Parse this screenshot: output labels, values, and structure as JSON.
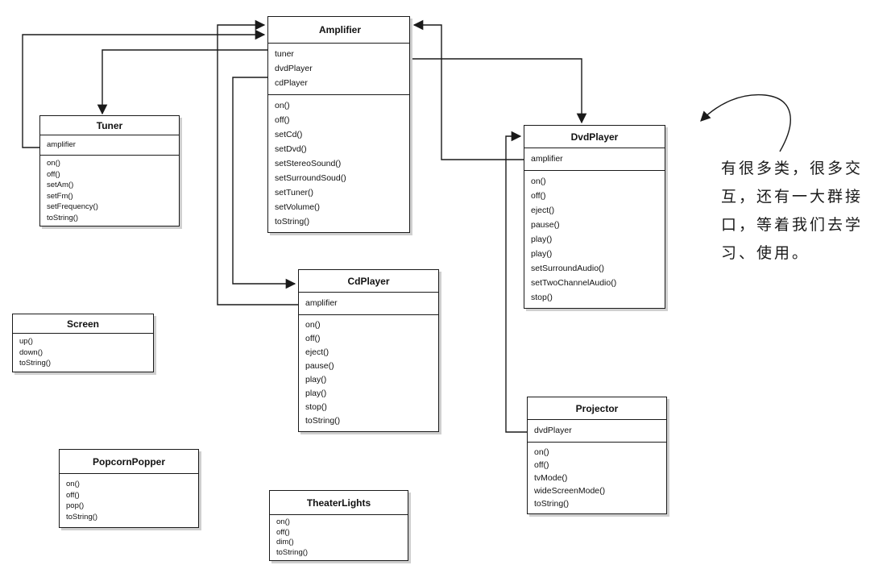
{
  "classes": {
    "amplifier": {
      "name": "Amplifier",
      "attributes": [
        "tuner",
        "dvdPlayer",
        "cdPlayer"
      ],
      "operations": [
        "on()",
        "off()",
        "setCd()",
        "setDvd()",
        "setStereoSound()",
        "setSurroundSoud()",
        "setTuner()",
        "setVolume()",
        "toString()"
      ]
    },
    "tuner": {
      "name": "Tuner",
      "attributes": [
        "amplifier"
      ],
      "operations": [
        "on()",
        "off()",
        "setAm()",
        "setFm()",
        "setFrequency()",
        "toString()"
      ]
    },
    "dvdPlayer": {
      "name": "DvdPlayer",
      "attributes": [
        "amplifier"
      ],
      "operations": [
        "on()",
        "off()",
        "eject()",
        "pause()",
        "play()",
        "play()",
        "setSurroundAudio()",
        "setTwoChannelAudio()",
        "stop()"
      ]
    },
    "cdPlayer": {
      "name": "CdPlayer",
      "attributes": [
        "amplifier"
      ],
      "operations": [
        "on()",
        "off()",
        "eject()",
        "pause()",
        "play()",
        "play()",
        "stop()",
        "toString()"
      ]
    },
    "screen": {
      "name": "Screen",
      "operations": [
        "up()",
        "down()",
        "toString()"
      ]
    },
    "popcornPopper": {
      "name": "PopcornPopper",
      "operations": [
        "on()",
        "off()",
        "pop()",
        "toString()"
      ]
    },
    "theaterLights": {
      "name": "TheaterLights",
      "operations": [
        "on()",
        "off()",
        "dim()",
        "toString()"
      ]
    },
    "projector": {
      "name": "Projector",
      "attributes": [
        "dvdPlayer"
      ],
      "operations": [
        "on()",
        "off()",
        "tvMode()",
        "wideScreenMode()",
        "toString()"
      ]
    }
  },
  "annotation": {
    "lines": [
      "有很多类，很多交",
      "互，还有一大群接",
      "口，等着我们去学",
      "习、使用。"
    ]
  },
  "colors": {
    "ink": "#1a1a1a",
    "background": "#ffffff"
  }
}
